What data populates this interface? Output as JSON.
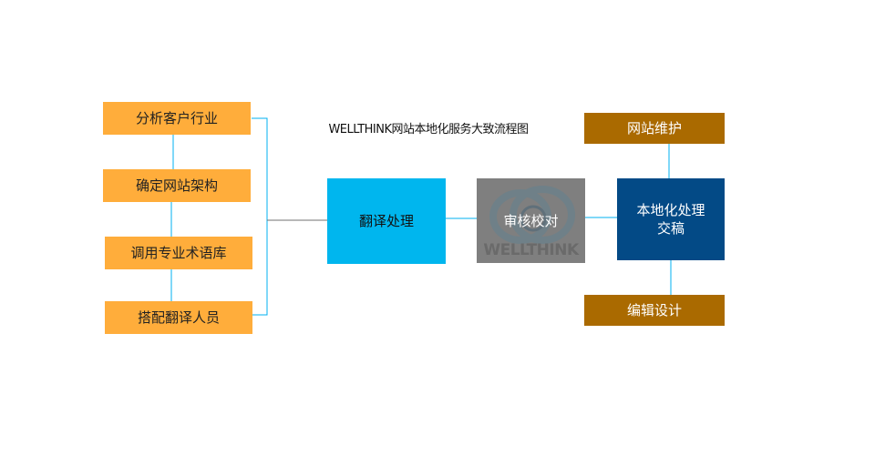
{
  "title": "WELLTHINK网站本地化服务大致流程图",
  "left_steps": [
    "分析客户行业",
    "确定网站架构",
    "调用专业术语库",
    "搭配翻译人员"
  ],
  "translate": "翻译处理",
  "review": "审核校对",
  "review_watermark": "WELLTHINK",
  "localize": {
    "line1": "本地化处理",
    "line2": "交稿"
  },
  "maintain": "网站维护",
  "design": "编辑设计",
  "colors": {
    "orange": "#FFAD3B",
    "blue": "#00B6EE",
    "gray": "#7F7F7F",
    "navy": "#034A86",
    "brown": "#AA6A00",
    "connector": "#00B0F0"
  }
}
